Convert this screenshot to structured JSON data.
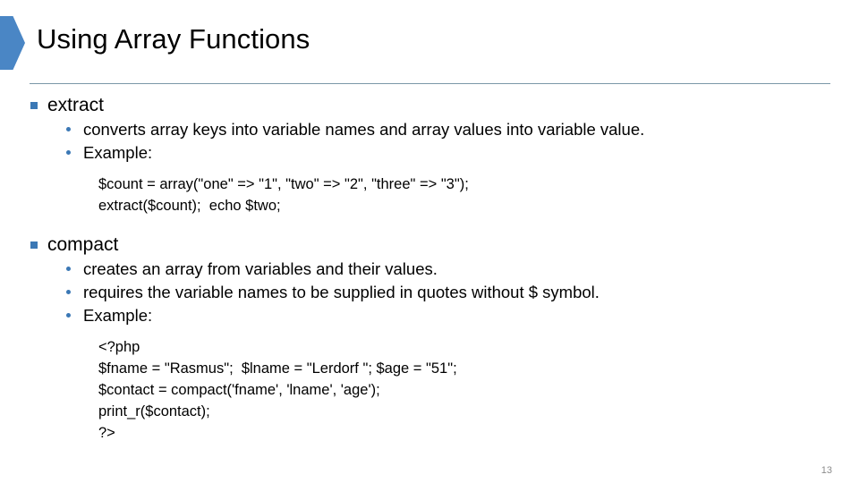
{
  "slide": {
    "title": "Using Array Functions",
    "page_number": "13",
    "accent_color": "#4a86c5",
    "bullet_color": "#3b78b5",
    "rule_color": "#7a97a8",
    "icons": {
      "title_arrow": "chevron-arrow-shape",
      "level1_bullet": "square-bullet-icon",
      "level2_bullet": "round-bullet-icon"
    },
    "sections": [
      {
        "heading": "extract",
        "points": [
          "converts array keys into variable names and array values into variable value.",
          "Example:"
        ],
        "code": [
          "$count = array(\"one\" => \"1\", \"two\" => \"2\", \"three\" => \"3\");",
          "extract($count);  echo $two;"
        ]
      },
      {
        "heading": "compact",
        "points": [
          "creates an array from variables and their values.",
          "requires the variable names to be supplied in quotes without $ symbol.",
          "Example:"
        ],
        "code": [
          "<?php",
          "$fname = \"Rasmus\";  $lname = \"Lerdorf \"; $age = \"51\";",
          "$contact = compact('fname', 'lname', 'age');",
          "print_r($contact);",
          "?>"
        ]
      }
    ]
  }
}
